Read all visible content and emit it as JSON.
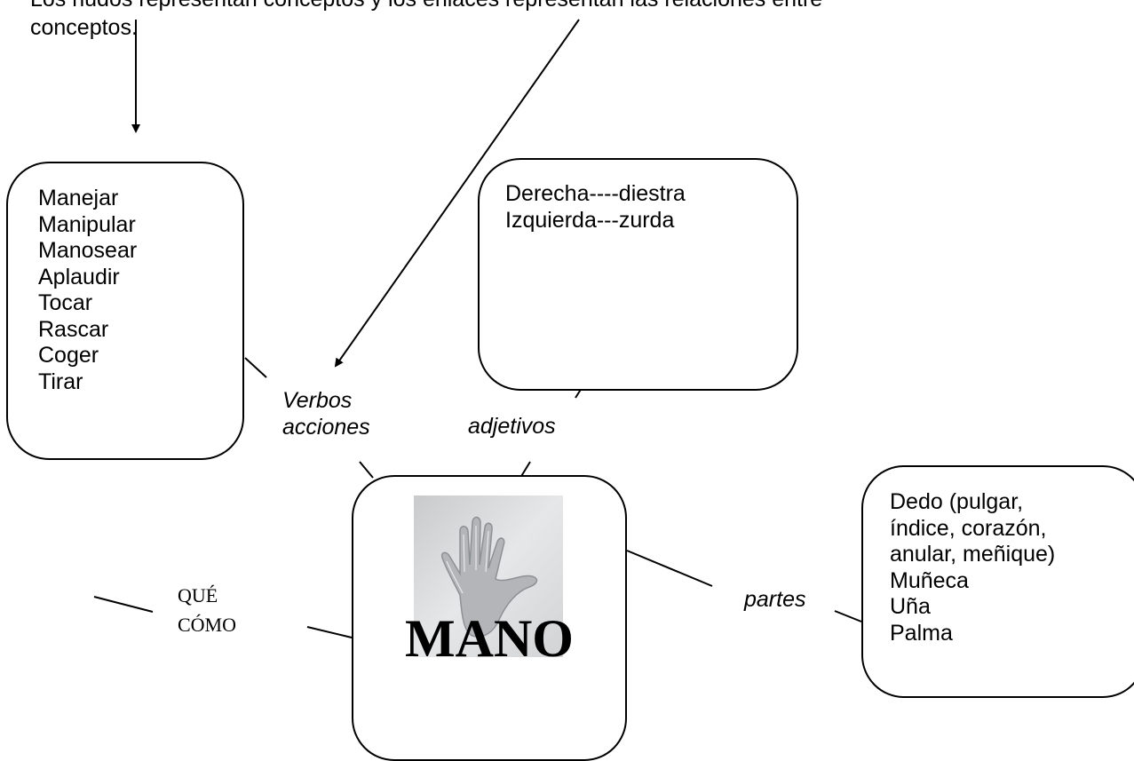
{
  "intro_text": "Los nudos representan conceptos y los enlaces representan las relaciones entre\nconceptos.",
  "center": {
    "title": "MANO",
    "image": "hand-print-in-snow"
  },
  "verbs_box": {
    "items": [
      "Manejar",
      "Manipular",
      "Manosear",
      "Aplaudir",
      "Tocar",
      "Rascar",
      "Coger",
      "Tirar"
    ]
  },
  "adjectives_box": {
    "items": [
      "Derecha----diestra",
      "Izquierda---zurda"
    ]
  },
  "parts_box": {
    "items": [
      "Dedo (pulgar,",
      "índice, corazón,",
      "anular, meñique)",
      "Muñeca",
      "Uña",
      "Palma"
    ]
  },
  "links": {
    "verbos": [
      "Verbos",
      "acciones"
    ],
    "adjetivos": "adjetivos",
    "partes": "partes",
    "que_como": [
      "QUÉ",
      "CÓMO"
    ]
  },
  "colors": {
    "stroke": "#000000",
    "background": "#ffffff"
  }
}
